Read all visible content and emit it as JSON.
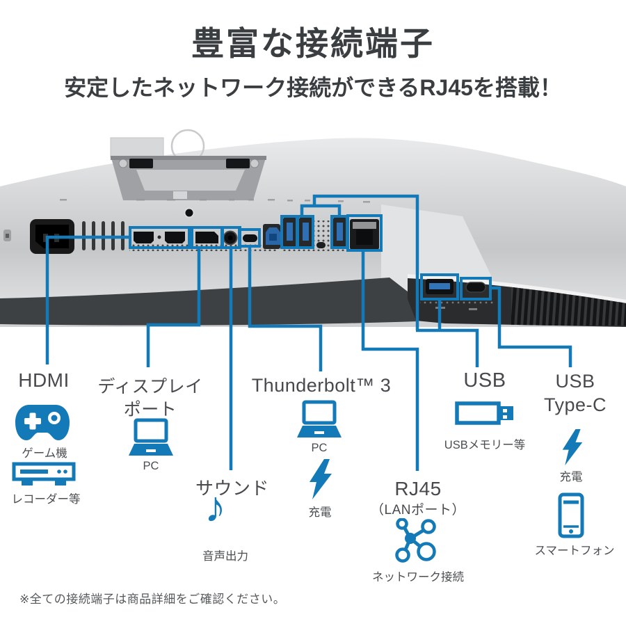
{
  "theme": {
    "accent": "#1379b7",
    "label_color": "#47494d",
    "title_color": "#3b3e41",
    "note_color": "#55585a"
  },
  "header": {
    "title": "豊富な接続端子",
    "subtitle": "安定したネットワーク接続ができるRJ45を搭載！"
  },
  "callouts": {
    "hdmi": {
      "label": "HDMI",
      "game_caption": "ゲーム機",
      "recorder_caption": "レコーダー等"
    },
    "displayport": {
      "label_line1": "ディスプレイ",
      "label_line2": "ポート",
      "pc_caption": "PC"
    },
    "thunderbolt": {
      "label": "Thunderbolt™ 3",
      "pc_caption": "PC",
      "charge_caption": "充電"
    },
    "sound": {
      "label": "サウンド",
      "caption": "音声出力",
      "music_note_glyph": "♪"
    },
    "rj45": {
      "label": "RJ45",
      "sublabel": "（LANポート）",
      "caption": "ネットワーク接続"
    },
    "usb": {
      "label": "USB",
      "caption": "USBメモリー等"
    },
    "usb_type_c": {
      "label_line1": "USB",
      "label_line2": "Type-C",
      "charge_caption": "充電",
      "phone_caption": "スマートフォン"
    }
  },
  "footnote": "※全ての接続端子は商品詳細をご確認ください。"
}
